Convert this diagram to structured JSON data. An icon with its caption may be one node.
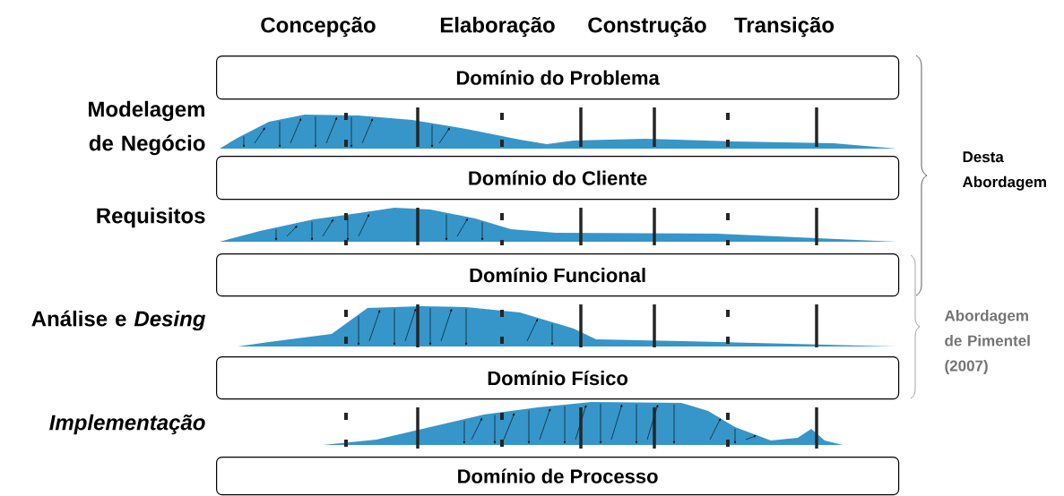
{
  "diagram": {
    "nodes": [
      {
        "text": [
          "Domínio do Problema"
        ]
      },
      {
        "text": [
          "Domínio do Cliente"
        ]
      },
      {
        "text": [
          "Domínio Funcional"
        ]
      },
      {
        "text": [
          "Domínio Físico"
        ]
      },
      {
        "text": [
          "Domínio de Processo"
        ]
      }
    ],
    "edges": [],
    "labels": [
      "Concepção",
      "Elaboração",
      "Construção",
      "Transição",
      "Modelagem de Negócio",
      "Requisitos",
      "Análise e *Desing*",
      "Implementação",
      "Desta Abordagem",
      "Abordagem de Pimentel (2007)"
    ]
  }
}
